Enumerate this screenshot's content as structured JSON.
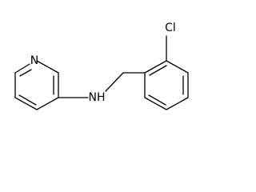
{
  "atoms": {
    "cl": "Cl",
    "n_ring": "N",
    "nh": "NH"
  }
}
